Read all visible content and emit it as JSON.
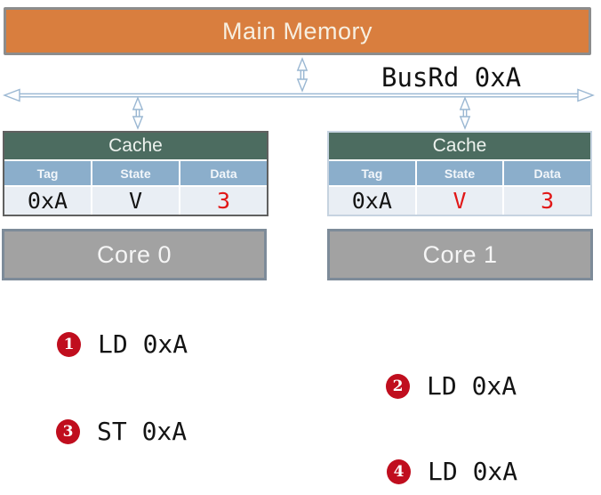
{
  "main_memory": {
    "label": "Main Memory"
  },
  "bus": {
    "label": "BusRd 0xA"
  },
  "caches": [
    {
      "title": "Cache",
      "columns": [
        "Tag",
        "State",
        "Data"
      ],
      "cells": [
        {
          "text": "0xA",
          "color": "#141414"
        },
        {
          "text": "V",
          "color": "#141414"
        },
        {
          "text": "3",
          "color": "#e11717"
        }
      ]
    },
    {
      "title": "Cache",
      "columns": [
        "Tag",
        "State",
        "Data"
      ],
      "cells": [
        {
          "text": "0xA",
          "color": "#141414"
        },
        {
          "text": "V",
          "color": "#e11717"
        },
        {
          "text": "3",
          "color": "#e11717"
        }
      ]
    }
  ],
  "cores": [
    {
      "label": "Core 0"
    },
    {
      "label": "Core 1"
    }
  ],
  "operations": [
    {
      "num": "1",
      "label": "LD 0xA",
      "core": "Core 0"
    },
    {
      "num": "2",
      "label": "LD 0xA",
      "core": "Core 1"
    },
    {
      "num": "3",
      "label": "ST 0xA",
      "core": "Core 0"
    },
    {
      "num": "4",
      "label": "LD 0xA",
      "core": "Core 1"
    }
  ],
  "colors": {
    "memory_fill": "#d97e3e",
    "memory_border": "#8c8c8c",
    "cache_header": "#4c6c60",
    "column_header": "#8baecb",
    "value_row": "#e9eef4",
    "highlight_red": "#e11717",
    "badge_red": "#c00e1e",
    "arrow_blue": "#9ab7d2",
    "core_gray": "#a2a2a2"
  }
}
